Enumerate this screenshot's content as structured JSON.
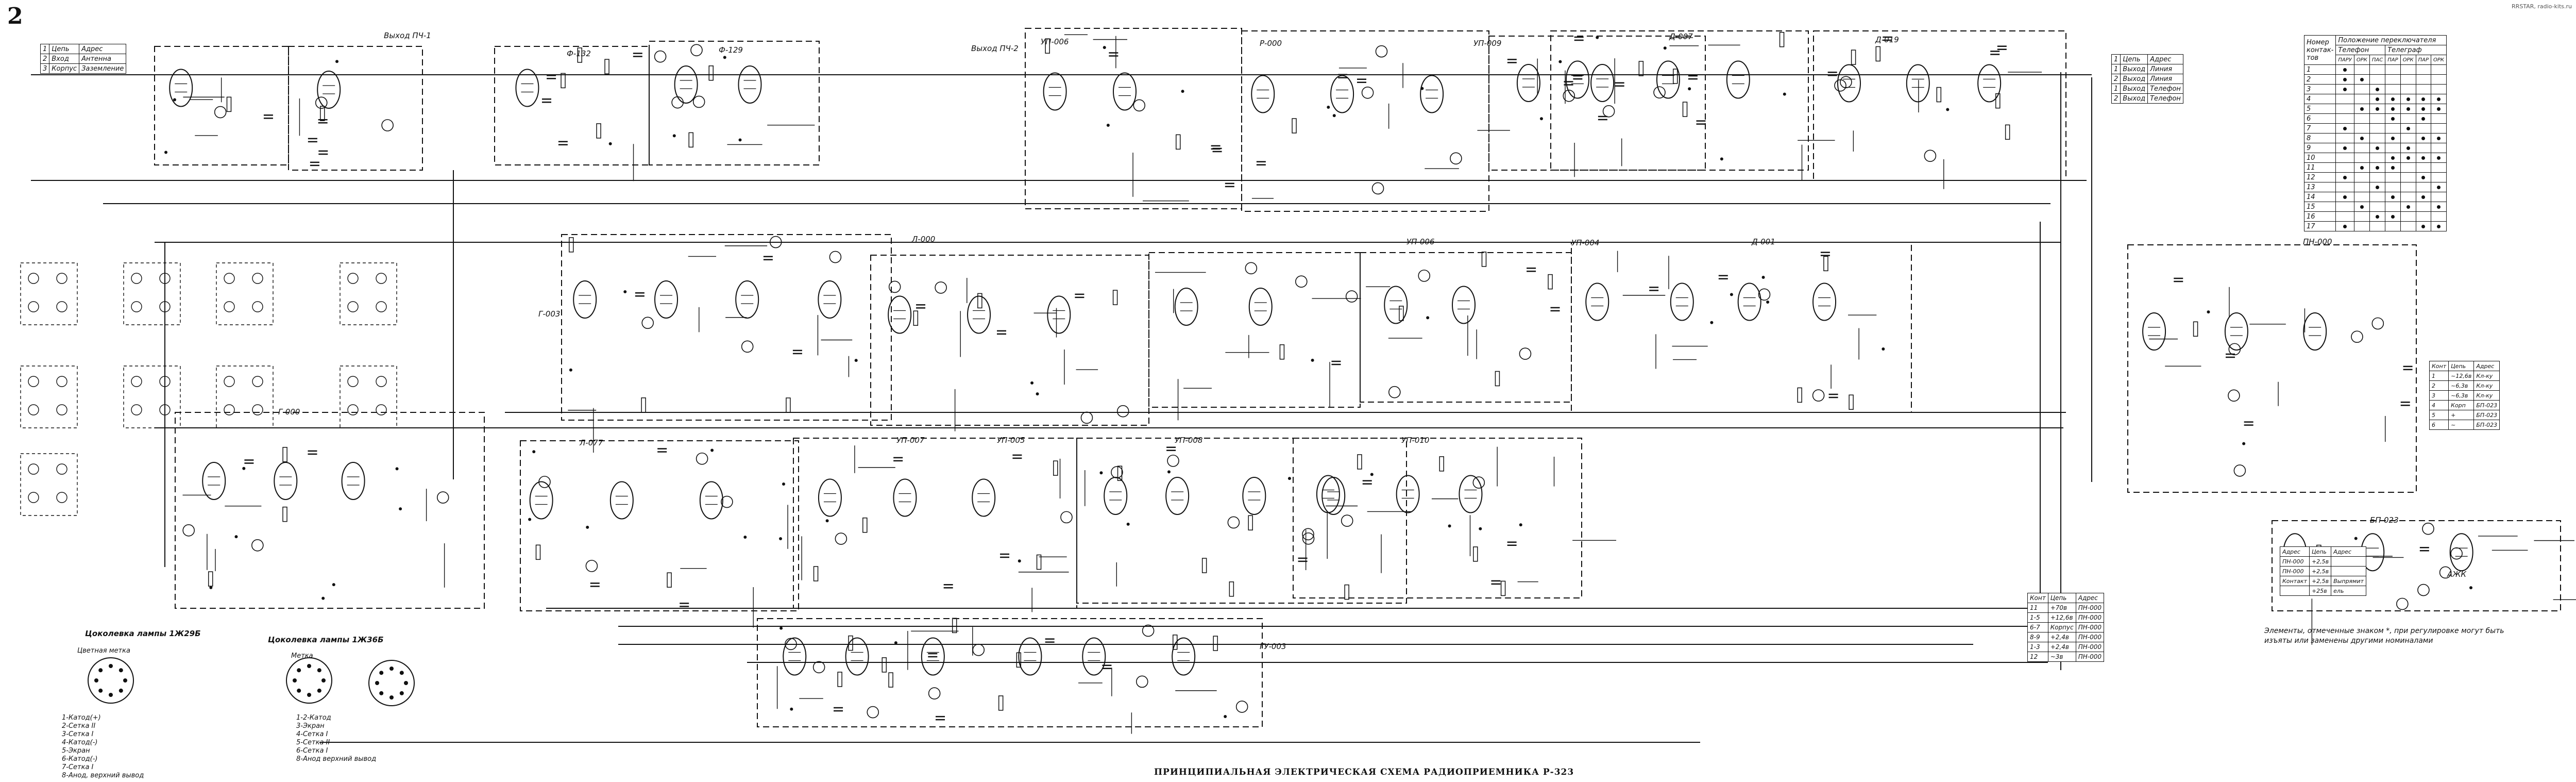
{
  "page_number": "2",
  "watermark": "RRSTAR, radio-kits.ru",
  "title": "ПРИНЦИПИАЛЬНАЯ ЭЛЕКТРИЧЕСКАЯ СХЕМА РАДИОПРИЕМНИКА Р-323",
  "block_labels": [
    "Выход ПЧ-1",
    "Выход ПЧ-2",
    "Ф-132",
    "Ф-129",
    "УП-006",
    "Р-000",
    "УП-009",
    "Д-007",
    "Д-019",
    "Г-003",
    "Л-000",
    "УП-006",
    "УП-004",
    "Д-001",
    "Г-000",
    "Л-077",
    "УП-007",
    "УП-005",
    "УП-008",
    "УП-010",
    "ГУ-003",
    "ПН-000",
    "БП-023",
    "АЖК"
  ],
  "connector_table": {
    "rows": [
      [
        "1",
        "Цепь",
        "Адрес"
      ],
      [
        "2",
        "Вход",
        "Антенна"
      ],
      [
        "3",
        "Корпус",
        "Заземление"
      ]
    ]
  },
  "output_table": {
    "rows": [
      [
        "1",
        "Цепь",
        "Адрес"
      ],
      [
        "1",
        "Выход",
        "Линия"
      ],
      [
        "2",
        "Выход",
        "Линия"
      ],
      [
        "1",
        "Выход",
        "Телефон"
      ],
      [
        "2",
        "Выход",
        "Телефон"
      ]
    ]
  },
  "switch_table": {
    "header_left": "Номер контак-тов",
    "header_top": "Положение переключателя",
    "groups": [
      "Телефон",
      "Телеграф"
    ],
    "cols": [
      "ПАРУ",
      "ОРК",
      "ПАС",
      "ПАР",
      "ОРК",
      "ПАР",
      "ОРК"
    ],
    "rows": [
      "1",
      "2",
      "3",
      "4",
      "5",
      "6",
      "7",
      "8",
      "9",
      "10",
      "11",
      "12",
      "13",
      "14",
      "15",
      "16",
      "17"
    ]
  },
  "pn_table": {
    "rows": [
      [
        "Конт",
        "Цепь",
        "Адрес"
      ],
      [
        "1",
        "~12,6в",
        "Кл-ку"
      ],
      [
        "2",
        "~6,3в",
        "Кл-ку"
      ],
      [
        "3",
        "~6,3в",
        "Кл-ку"
      ],
      [
        "4",
        "Корп",
        "БП-023"
      ],
      [
        "5",
        "+",
        "БП-023"
      ],
      [
        "6",
        "~",
        "БП-023"
      ]
    ]
  },
  "bp_table": {
    "rows": [
      [
        "Адрес",
        "Цепь",
        "Адрес"
      ],
      [
        "ПН-000",
        "+2,5в",
        ""
      ],
      [
        "ПН-000",
        "+2,5в",
        ""
      ],
      [
        "Контакт",
        "+2,5в",
        "Выпрямит"
      ],
      [
        "",
        "+25в",
        "ель"
      ]
    ]
  },
  "bottom_table": {
    "rows": [
      [
        "Конт",
        "Цепь",
        "Адрес"
      ],
      [
        "11",
        "+70в",
        "ПН-000"
      ],
      [
        "1-5",
        "+12,6в",
        "ПН-000"
      ],
      [
        "6-7",
        "Корпус",
        "ПН-000"
      ],
      [
        "8-9",
        "+2,4в",
        "ПН-000"
      ],
      [
        "1-3",
        "+2,4в",
        "ПН-000"
      ],
      [
        "12",
        "~3в",
        "ПН-000"
      ]
    ]
  },
  "socket_1zh29b": {
    "caption": "Цоколевка лампы 1Ж29Б",
    "key": "Цветная метка",
    "pins": [
      "1-Катод(+)",
      "2-Сетка II",
      "3-Сетка I",
      "4-Катод(-)",
      "5-Экран",
      "6-Катод(-)",
      "7-Сетка I",
      "8-Анод, верхний вывод"
    ]
  },
  "socket_1zh36b": {
    "caption": "Цоколевка лампы 1Ж36Б",
    "key": "Метка",
    "pins": [
      "1-2-Катод",
      "3-Экран",
      "4-Сетка I",
      "5-Сетка II",
      "6-Сетка I",
      "8-Анод верхний вывод"
    ]
  },
  "note": "Элементы, отмеченные знаком *, при регулировке могут быть изъяты или заменены другими номиналами",
  "colors": {
    "ink": "#111111",
    "paper": "#ffffff"
  }
}
